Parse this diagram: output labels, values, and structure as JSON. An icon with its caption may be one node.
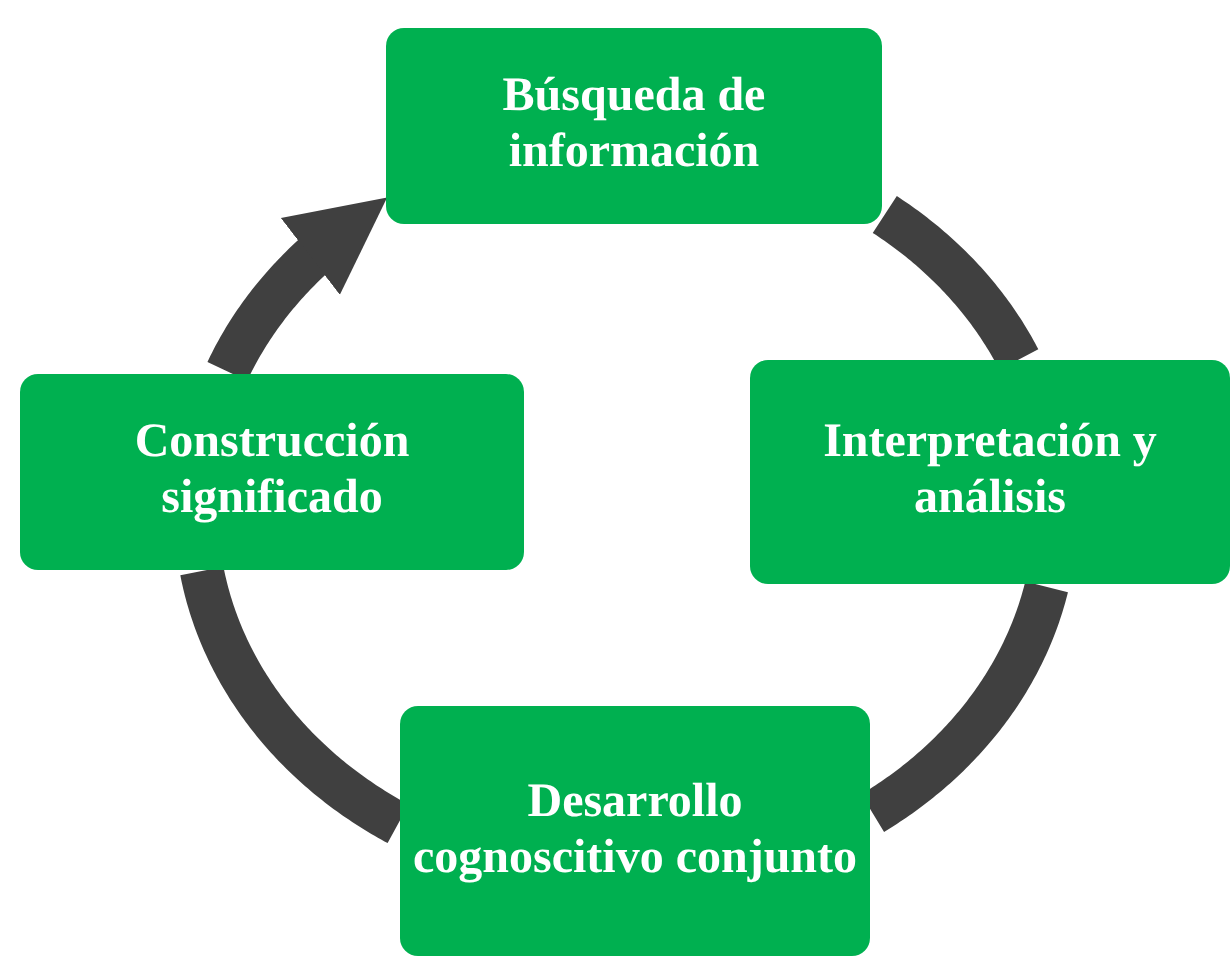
{
  "diagram": {
    "nodes": [
      {
        "text": [
          "Búsqueda de información"
        ]
      },
      {
        "text": [
          "Interpretación y análisis"
        ]
      },
      {
        "text": [
          "Desarrollo cognoscitivo conjunto"
        ]
      },
      {
        "text": [
          "Construcción significado"
        ]
      }
    ],
    "edges": [
      {
        "from": 0,
        "to": 1,
        "arrow": "none"
      },
      {
        "from": 1,
        "to": 2,
        "arrow": "none"
      },
      {
        "from": 2,
        "to": 3,
        "arrow": "none"
      },
      {
        "from": 3,
        "to": 0,
        "arrow": "to"
      }
    ]
  }
}
